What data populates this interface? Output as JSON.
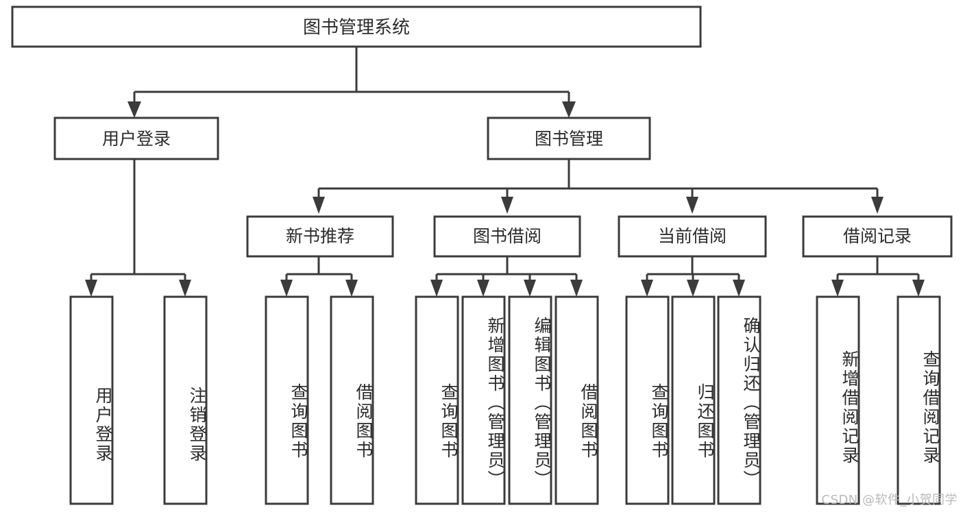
{
  "diagram": {
    "type": "tree",
    "title": "图书管理系统",
    "root": {
      "label": "图书管理系统",
      "orientation": "horizontal"
    },
    "level1": [
      {
        "label": "用户登录",
        "orientation": "horizontal"
      },
      {
        "label": "图书管理",
        "orientation": "horizontal"
      }
    ],
    "level2": [
      {
        "label": "新书推荐",
        "orientation": "horizontal",
        "parent": "图书管理"
      },
      {
        "label": "图书借阅",
        "orientation": "horizontal",
        "parent": "图书管理"
      },
      {
        "label": "当前借阅",
        "orientation": "horizontal",
        "parent": "图书管理"
      },
      {
        "label": "借阅记录",
        "orientation": "horizontal",
        "parent": "图书管理"
      }
    ],
    "leaves": {
      "user_login": [
        {
          "label": "用户登录",
          "orientation": "vertical"
        },
        {
          "label": "注销登录",
          "orientation": "vertical"
        }
      ],
      "new_book_recommend": [
        {
          "label": "查询图书",
          "orientation": "vertical"
        },
        {
          "label": "借阅图书",
          "orientation": "vertical"
        }
      ],
      "book_borrow": [
        {
          "label": "查询图书",
          "orientation": "vertical"
        },
        {
          "label": "新增图书（管理员）",
          "orientation": "vertical"
        },
        {
          "label": "编辑图书（管理员）",
          "orientation": "vertical"
        },
        {
          "label": "借阅图书",
          "orientation": "vertical"
        }
      ],
      "current_borrow": [
        {
          "label": "查询图书",
          "orientation": "vertical"
        },
        {
          "label": "归还图书",
          "orientation": "vertical"
        },
        {
          "label": "确认归还（管理员）",
          "orientation": "vertical"
        }
      ],
      "borrow_record": [
        {
          "label": "新增借阅记录",
          "orientation": "vertical"
        },
        {
          "label": "查询借阅记录",
          "orientation": "vertical"
        }
      ]
    },
    "colors": {
      "stroke": "#3b3b3b",
      "fill": "#ffffff",
      "text": "#2b2b2b",
      "background": "#ffffff",
      "watermark": "#b9b9b9"
    }
  },
  "watermark": {
    "text": "CSDN @软件_小贺同学"
  }
}
